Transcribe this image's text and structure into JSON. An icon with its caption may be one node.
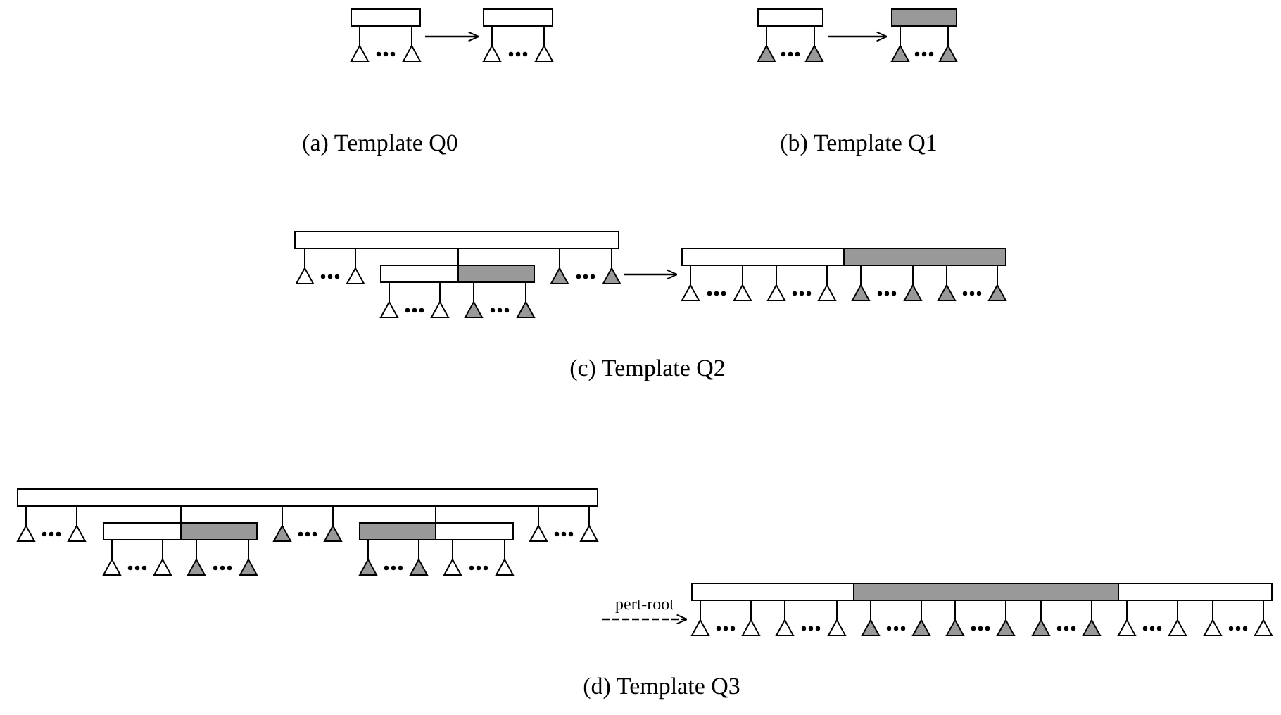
{
  "diagram": {
    "nodes": [
      {
        "text": [],
        "shape": "tree"
      },
      {
        "text": [],
        "shape": "tree"
      },
      {
        "text": [],
        "shape": "tree"
      },
      {
        "text": [],
        "shape": "tree"
      },
      {
        "text": [],
        "shape": "tree"
      },
      {
        "text": [],
        "shape": "tree"
      },
      {
        "text": [],
        "shape": "tree"
      },
      {
        "text": [],
        "shape": "tree"
      }
    ],
    "edges": [
      {
        "from": 0,
        "to": 1,
        "arrow": "to"
      },
      {
        "from": 2,
        "to": 3,
        "arrow": "to"
      },
      {
        "from": 4,
        "to": 5,
        "arrow": "to"
      },
      {
        "from": 6,
        "to": 7,
        "arrow": "to",
        "label": "pert-root",
        "style": "dashed"
      }
    ],
    "labels": [
      "(a) Template Q0",
      "(b) Template Q1",
      "(c) Template Q2",
      "(d) Template Q3"
    ]
  }
}
